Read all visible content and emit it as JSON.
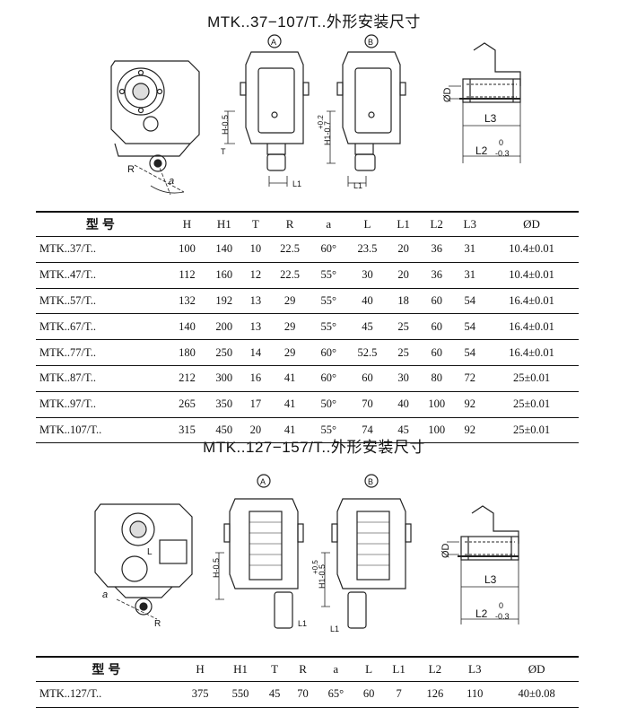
{
  "section1": {
    "title": "MTK..37−107/T..外形安装尺寸",
    "labels": {
      "view_a": "A",
      "view_b": "B",
      "h_tol": "H-0.5",
      "h1_tol": "H1-0.7",
      "h1_tol_top": "+0.2",
      "t": "T",
      "r": "R",
      "a": "a",
      "l1": "L1",
      "d": "ØD",
      "l3": "L3",
      "l2": "L2",
      "l2_tol_top": "0",
      "l2_tol_bottom": "-0.3"
    },
    "headers": [
      "型号",
      "H",
      "H1",
      "T",
      "R",
      "a",
      "L",
      "L1",
      "L2",
      "L3",
      "ØD"
    ],
    "rows": [
      [
        "MTK..37/T..",
        "100",
        "140",
        "10",
        "22.5",
        "60°",
        "23.5",
        "20",
        "36",
        "31",
        "10.4±0.01"
      ],
      [
        "MTK..47/T..",
        "112",
        "160",
        "12",
        "22.5",
        "55°",
        "30",
        "20",
        "36",
        "31",
        "10.4±0.01"
      ],
      [
        "MTK..57/T..",
        "132",
        "192",
        "13",
        "29",
        "55°",
        "40",
        "18",
        "60",
        "54",
        "16.4±0.01"
      ],
      [
        "MTK..67/T..",
        "140",
        "200",
        "13",
        "29",
        "55°",
        "45",
        "25",
        "60",
        "54",
        "16.4±0.01"
      ],
      [
        "MTK..77/T..",
        "180",
        "250",
        "14",
        "29",
        "60°",
        "52.5",
        "25",
        "60",
        "54",
        "16.4±0.01"
      ],
      [
        "MTK..87/T..",
        "212",
        "300",
        "16",
        "41",
        "60°",
        "60",
        "30",
        "80",
        "72",
        "25±0.01"
      ],
      [
        "MTK..97/T..",
        "265",
        "350",
        "17",
        "41",
        "50°",
        "70",
        "40",
        "100",
        "92",
        "25±0.01"
      ],
      [
        "MTK..107/T..",
        "315",
        "450",
        "20",
        "41",
        "55°",
        "74",
        "45",
        "100",
        "92",
        "25±0.01"
      ]
    ]
  },
  "section2": {
    "title": "MTK..127−157/T..外形安装尺寸",
    "labels": {
      "view_a": "A",
      "view_b": "B",
      "h_tol": "H-0.5",
      "h1_tol": "H1-0.5",
      "h1_tol_top": "+0.5",
      "l": "L",
      "a": "a",
      "r": "R",
      "l1": "L1",
      "d": "ØD",
      "l3": "L3",
      "l2": "L2",
      "l2_tol_top": "0",
      "l2_tol_bottom": "-0.3"
    },
    "headers": [
      "型号",
      "H",
      "H1",
      "T",
      "R",
      "a",
      "L",
      "L1",
      "L2",
      "L3",
      "ØD"
    ],
    "rows": [
      [
        "MTK..127/T..",
        "375",
        "550",
        "45",
        "70",
        "65°",
        "60",
        "7",
        "126",
        "110",
        "40±0.08"
      ]
    ]
  }
}
